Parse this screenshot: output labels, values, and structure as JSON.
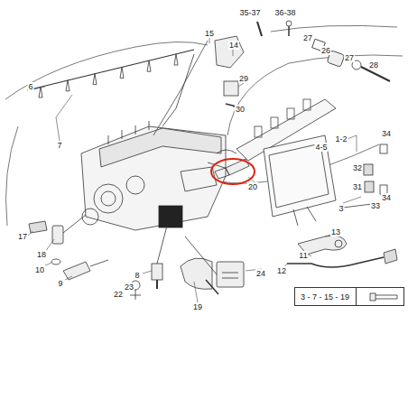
{
  "diagram": {
    "nodes": [
      {
        "text": [
          "3 - 7 - 15 - 19"
        ]
      }
    ],
    "edges": [],
    "labels": [
      "15",
      "14",
      "35-37",
      "36-38",
      "27",
      "26",
      "27",
      "28",
      "6",
      "29",
      "30",
      "7",
      "1-2",
      "4-5",
      "34",
      "32",
      "31",
      "33",
      "34",
      "20",
      "3",
      "17",
      "18",
      "13",
      "10",
      "9",
      "8",
      "11",
      "12",
      "24",
      "22",
      "23",
      "19"
    ]
  }
}
